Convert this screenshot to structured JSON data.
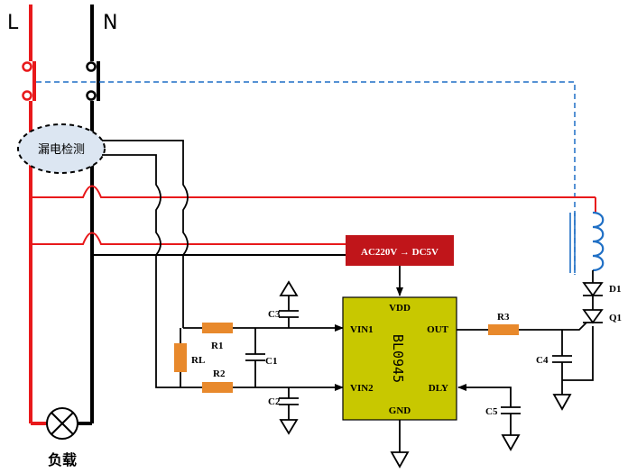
{
  "lines": {
    "live": "L",
    "neutral": "N"
  },
  "detector": {
    "label": "漏电检测"
  },
  "load": {
    "label": "负载"
  },
  "converter": {
    "label": "AC220V → DC5V"
  },
  "ic": {
    "name": "BL0945",
    "pins": {
      "vdd": "VDD",
      "vin1": "VIN1",
      "vin2": "VIN2",
      "out": "OUT",
      "dly": "DLY",
      "gnd": "GND"
    }
  },
  "components": {
    "r1": "R1",
    "r2": "R2",
    "r3": "R3",
    "rl": "RL",
    "c1": "C1",
    "c2": "C2",
    "c3": "C3",
    "c4": "C4",
    "c5": "C5",
    "d1": "D1",
    "q1": "Q1"
  },
  "colors": {
    "live": "#e8191b",
    "neutral": "#000000",
    "trip_link": "#1f6fc5",
    "coil": "#1f6fc5",
    "resistor": "#e8892c",
    "converter_fill": "#c0151a",
    "ic_fill": "#c8c800",
    "detector_fill": "#dce6f2"
  }
}
